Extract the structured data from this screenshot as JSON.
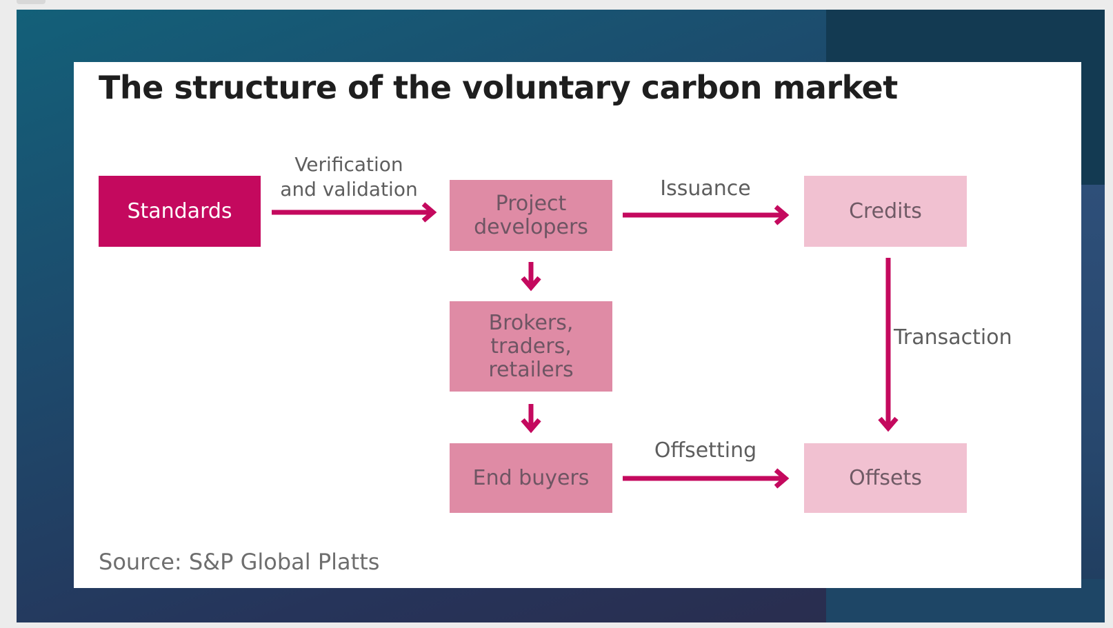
{
  "diagram": {
    "title": "The structure of the voluntary carbon market",
    "source": "Source: S&P Global Platts",
    "nodes": {
      "standards": "Standards",
      "project_developers": "Project\ndevelopers",
      "credits": "Credits",
      "brokers": "Brokers,\ntraders,\nretailers",
      "end_buyers": "End buyers",
      "offsets": "Offsets"
    },
    "edges": {
      "verification": "Verification\nand validation",
      "issuance": "Issuance",
      "transaction": "Transaction",
      "offsetting": "Offsetting"
    },
    "colors": {
      "accent": "#c4095e",
      "mid_box": "#df8ba5",
      "light_box": "#f1c1d1",
      "background": "#1d4a6c"
    }
  }
}
